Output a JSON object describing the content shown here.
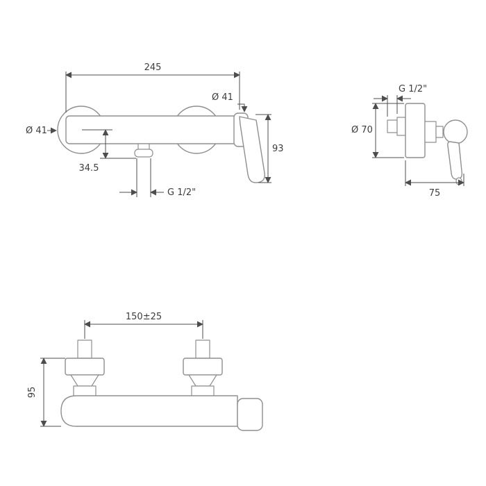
{
  "views": {
    "front": {
      "width": "245",
      "left_diameter": "Ø 41",
      "handle_diameter": "Ø 41",
      "handle_height": "93",
      "outlet_offset": "34.5",
      "outlet_thread": "G 1/2\""
    },
    "side": {
      "inlet_thread": "G 1/2\"",
      "escutcheon_diameter": "Ø 70",
      "depth": "75"
    },
    "bottom": {
      "inlet_spacing": "150±25",
      "height": "95"
    }
  },
  "colors": {
    "object_line": "#8f8f8f",
    "dimension_line": "#4d4d4d",
    "text": "#3d3d3d",
    "background": "#ffffff"
  }
}
